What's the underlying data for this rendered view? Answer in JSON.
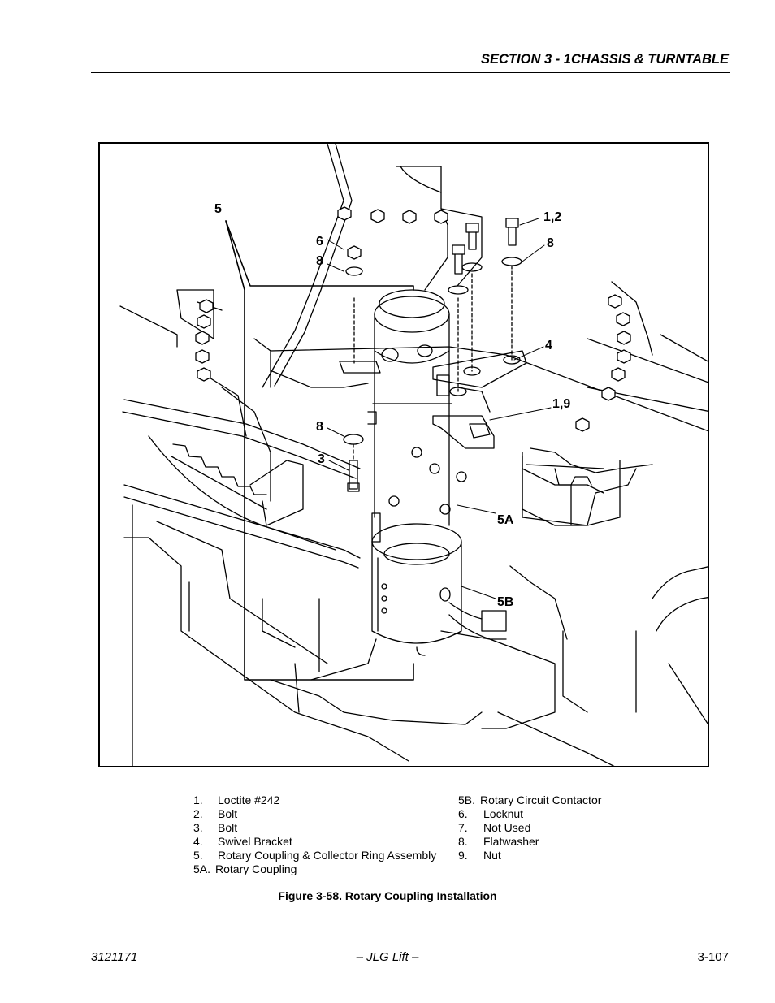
{
  "header": {
    "section_title": "SECTION 3 - 1CHASSIS & TURNTABLE"
  },
  "figure": {
    "callouts": {
      "c5": "5",
      "c6": "6",
      "c8a": "8",
      "c12": "1,2",
      "c8b": "8",
      "c4": "4",
      "c19": "1,9",
      "c8c": "8",
      "c3": "3",
      "c5a": "5A",
      "c5b": "5B"
    },
    "caption": "Figure 3-58.  Rotary Coupling Installation"
  },
  "legend": {
    "left": [
      {
        "num": "1.",
        "label": "Loctite #242"
      },
      {
        "num": "2.",
        "label": "Bolt"
      },
      {
        "num": "3.",
        "label": "Bolt"
      },
      {
        "num": "4.",
        "label": "Swivel Bracket"
      },
      {
        "num": "5.",
        "label": "Rotary Coupling & Collector Ring Assembly"
      },
      {
        "num": "5A.",
        "label": "Rotary Coupling"
      }
    ],
    "right": [
      {
        "num": "5B.",
        "label": "Rotary Circuit Contactor"
      },
      {
        "num": "6.",
        "label": "Locknut"
      },
      {
        "num": "7.",
        "label": "Not Used"
      },
      {
        "num": "8.",
        "label": "Flatwasher"
      },
      {
        "num": "9.",
        "label": "Nut"
      }
    ]
  },
  "footer": {
    "doc_number": "3121171",
    "center": "– JLG Lift –",
    "page": "3-107"
  }
}
